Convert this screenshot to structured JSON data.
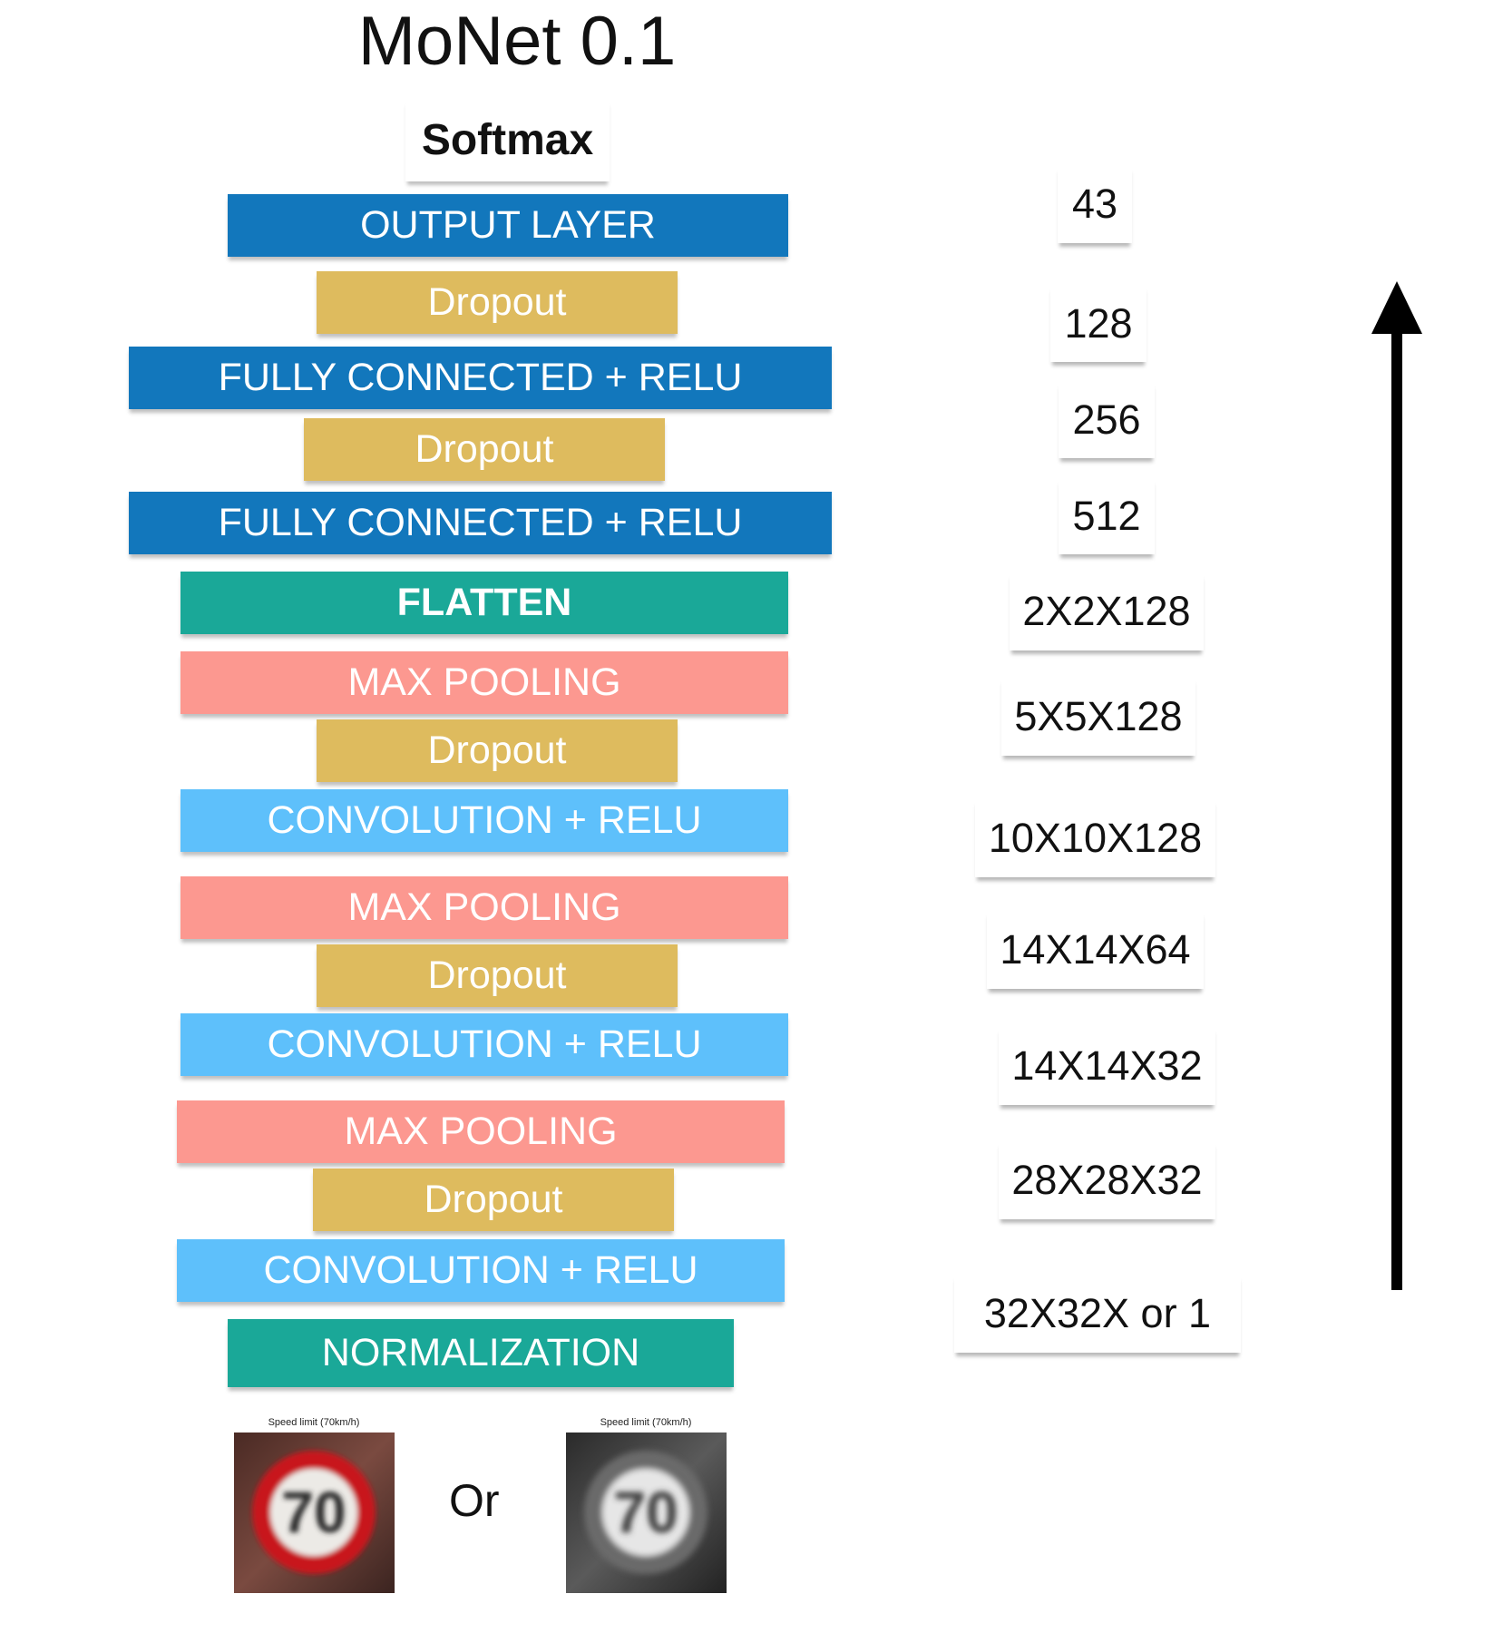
{
  "title": "MoNet 0.1",
  "softmax": "Softmax",
  "colors": {
    "output": "#1277BC",
    "dropout": "#DEBB5E",
    "fully_connected": "#1277BC",
    "flatten": "#1AA898",
    "max_pooling": "#FC9890",
    "convolution": "#5EC0FB",
    "normalization": "#1AA898"
  },
  "layers": [
    {
      "label": "OUTPUT LAYER",
      "kind": "output"
    },
    {
      "label": "Dropout",
      "kind": "dropout"
    },
    {
      "label": "FULLY CONNECTED + RELU",
      "kind": "fully_connected"
    },
    {
      "label": "Dropout",
      "kind": "dropout"
    },
    {
      "label": "FULLY CONNECTED + RELU",
      "kind": "fully_connected"
    },
    {
      "label": "FLATTEN",
      "kind": "flatten"
    },
    {
      "label": "MAX POOLING",
      "kind": "max_pooling"
    },
    {
      "label": "Dropout",
      "kind": "dropout"
    },
    {
      "label": "CONVOLUTION + RELU",
      "kind": "convolution"
    },
    {
      "label": "MAX POOLING",
      "kind": "max_pooling"
    },
    {
      "label": "Dropout",
      "kind": "dropout"
    },
    {
      "label": "CONVOLUTION + RELU",
      "kind": "convolution"
    },
    {
      "label": "MAX POOLING",
      "kind": "max_pooling"
    },
    {
      "label": "Dropout",
      "kind": "dropout"
    },
    {
      "label": "CONVOLUTION + RELU",
      "kind": "convolution"
    },
    {
      "label": "NORMALIZATION",
      "kind": "normalization"
    }
  ],
  "dimensions": [
    "43",
    "128",
    "256",
    "512",
    "2X2X128",
    "5X5X128",
    "10X10X128",
    "14X14X64",
    "14X14X32",
    "28X28X32",
    "32X32X or 1"
  ],
  "input": {
    "color_caption": "Speed limit (70km/h)",
    "gray_caption": "Speed limit (70km/h)",
    "sign_number": "70",
    "or_label": "Or"
  }
}
